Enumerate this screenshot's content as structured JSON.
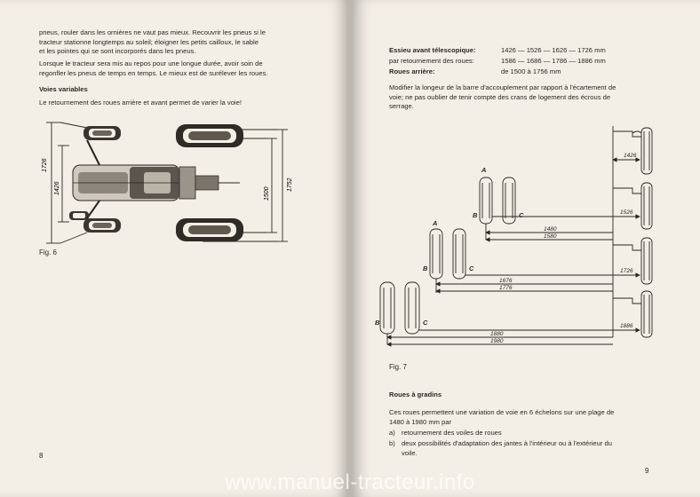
{
  "left_page": {
    "intro_lines": [
      "pneus, rouler dans les ornières ne vaut pas mieux. Recouvrir les pneus si le",
      "tracteur stationne longtemps au soleil; éloigner les petits cailloux, le sable",
      "et les pointes qui se sont incorporés dans les pneus."
    ],
    "rest_lines": [
      "Lorsque le tracteur sera mis au repos pour une longue durée, avoir soin de",
      "regonfler les pneus de temps en temps. Le mieux est de surélever les roues."
    ],
    "heading": "Voies variables",
    "body": "Le retournement des roues arrière et avant permet de varier la voie!",
    "dims": {
      "d1726": "1726",
      "d1426": "1426",
      "d1500": "1500",
      "d1752": "1752"
    },
    "fig_label": "Fig. 6",
    "page_number": "8"
  },
  "right_page": {
    "spec_rows": [
      {
        "label": "Essieu avant télescopique:",
        "value": "1426 — 1526 — 1626 — 1726 mm",
        "bold": true
      },
      {
        "label": "par retournement des roues:",
        "value": "1586 — 1686 — 1786 — 1886 mm",
        "bold": false
      },
      {
        "label": "Roues arrière:",
        "value": "de 1500 à 1756 mm",
        "bold": true
      }
    ],
    "para_lines": [
      "Modifier la longeur de la barre d'accouplement par rapport à l'écartement de",
      "voie; ne pas oublier de tenir compte des crans de logement des écrous de",
      "serrage."
    ],
    "diagram": {
      "wheel_a": "A",
      "wheel_b": "B",
      "wheel_c": "C",
      "d1426": "1426",
      "d1526": "1526",
      "d1726": "1726",
      "d1886": "1886",
      "d1480": "1480",
      "d1580": "1580",
      "d1676": "1676",
      "d1776": "1776",
      "d1880": "1880",
      "d1980": "1980"
    },
    "fig_label": "Fig. 7",
    "heading": "Roues à gradins",
    "body_lines": [
      "Ces roues permettent une variation de voie en 6 échelons sur une plage de",
      "1480 à 1980 mm par"
    ],
    "list": [
      {
        "marker": "a)",
        "text": "retournement des voiles de roues",
        "cont": ""
      },
      {
        "marker": "b)",
        "text": "deux possibilités d'adaptation des jantes à l'intérieur ou à l'extérieur du",
        "cont": "voile."
      }
    ],
    "page_number": "9"
  },
  "watermark": "www.manuel-tracteur.info"
}
